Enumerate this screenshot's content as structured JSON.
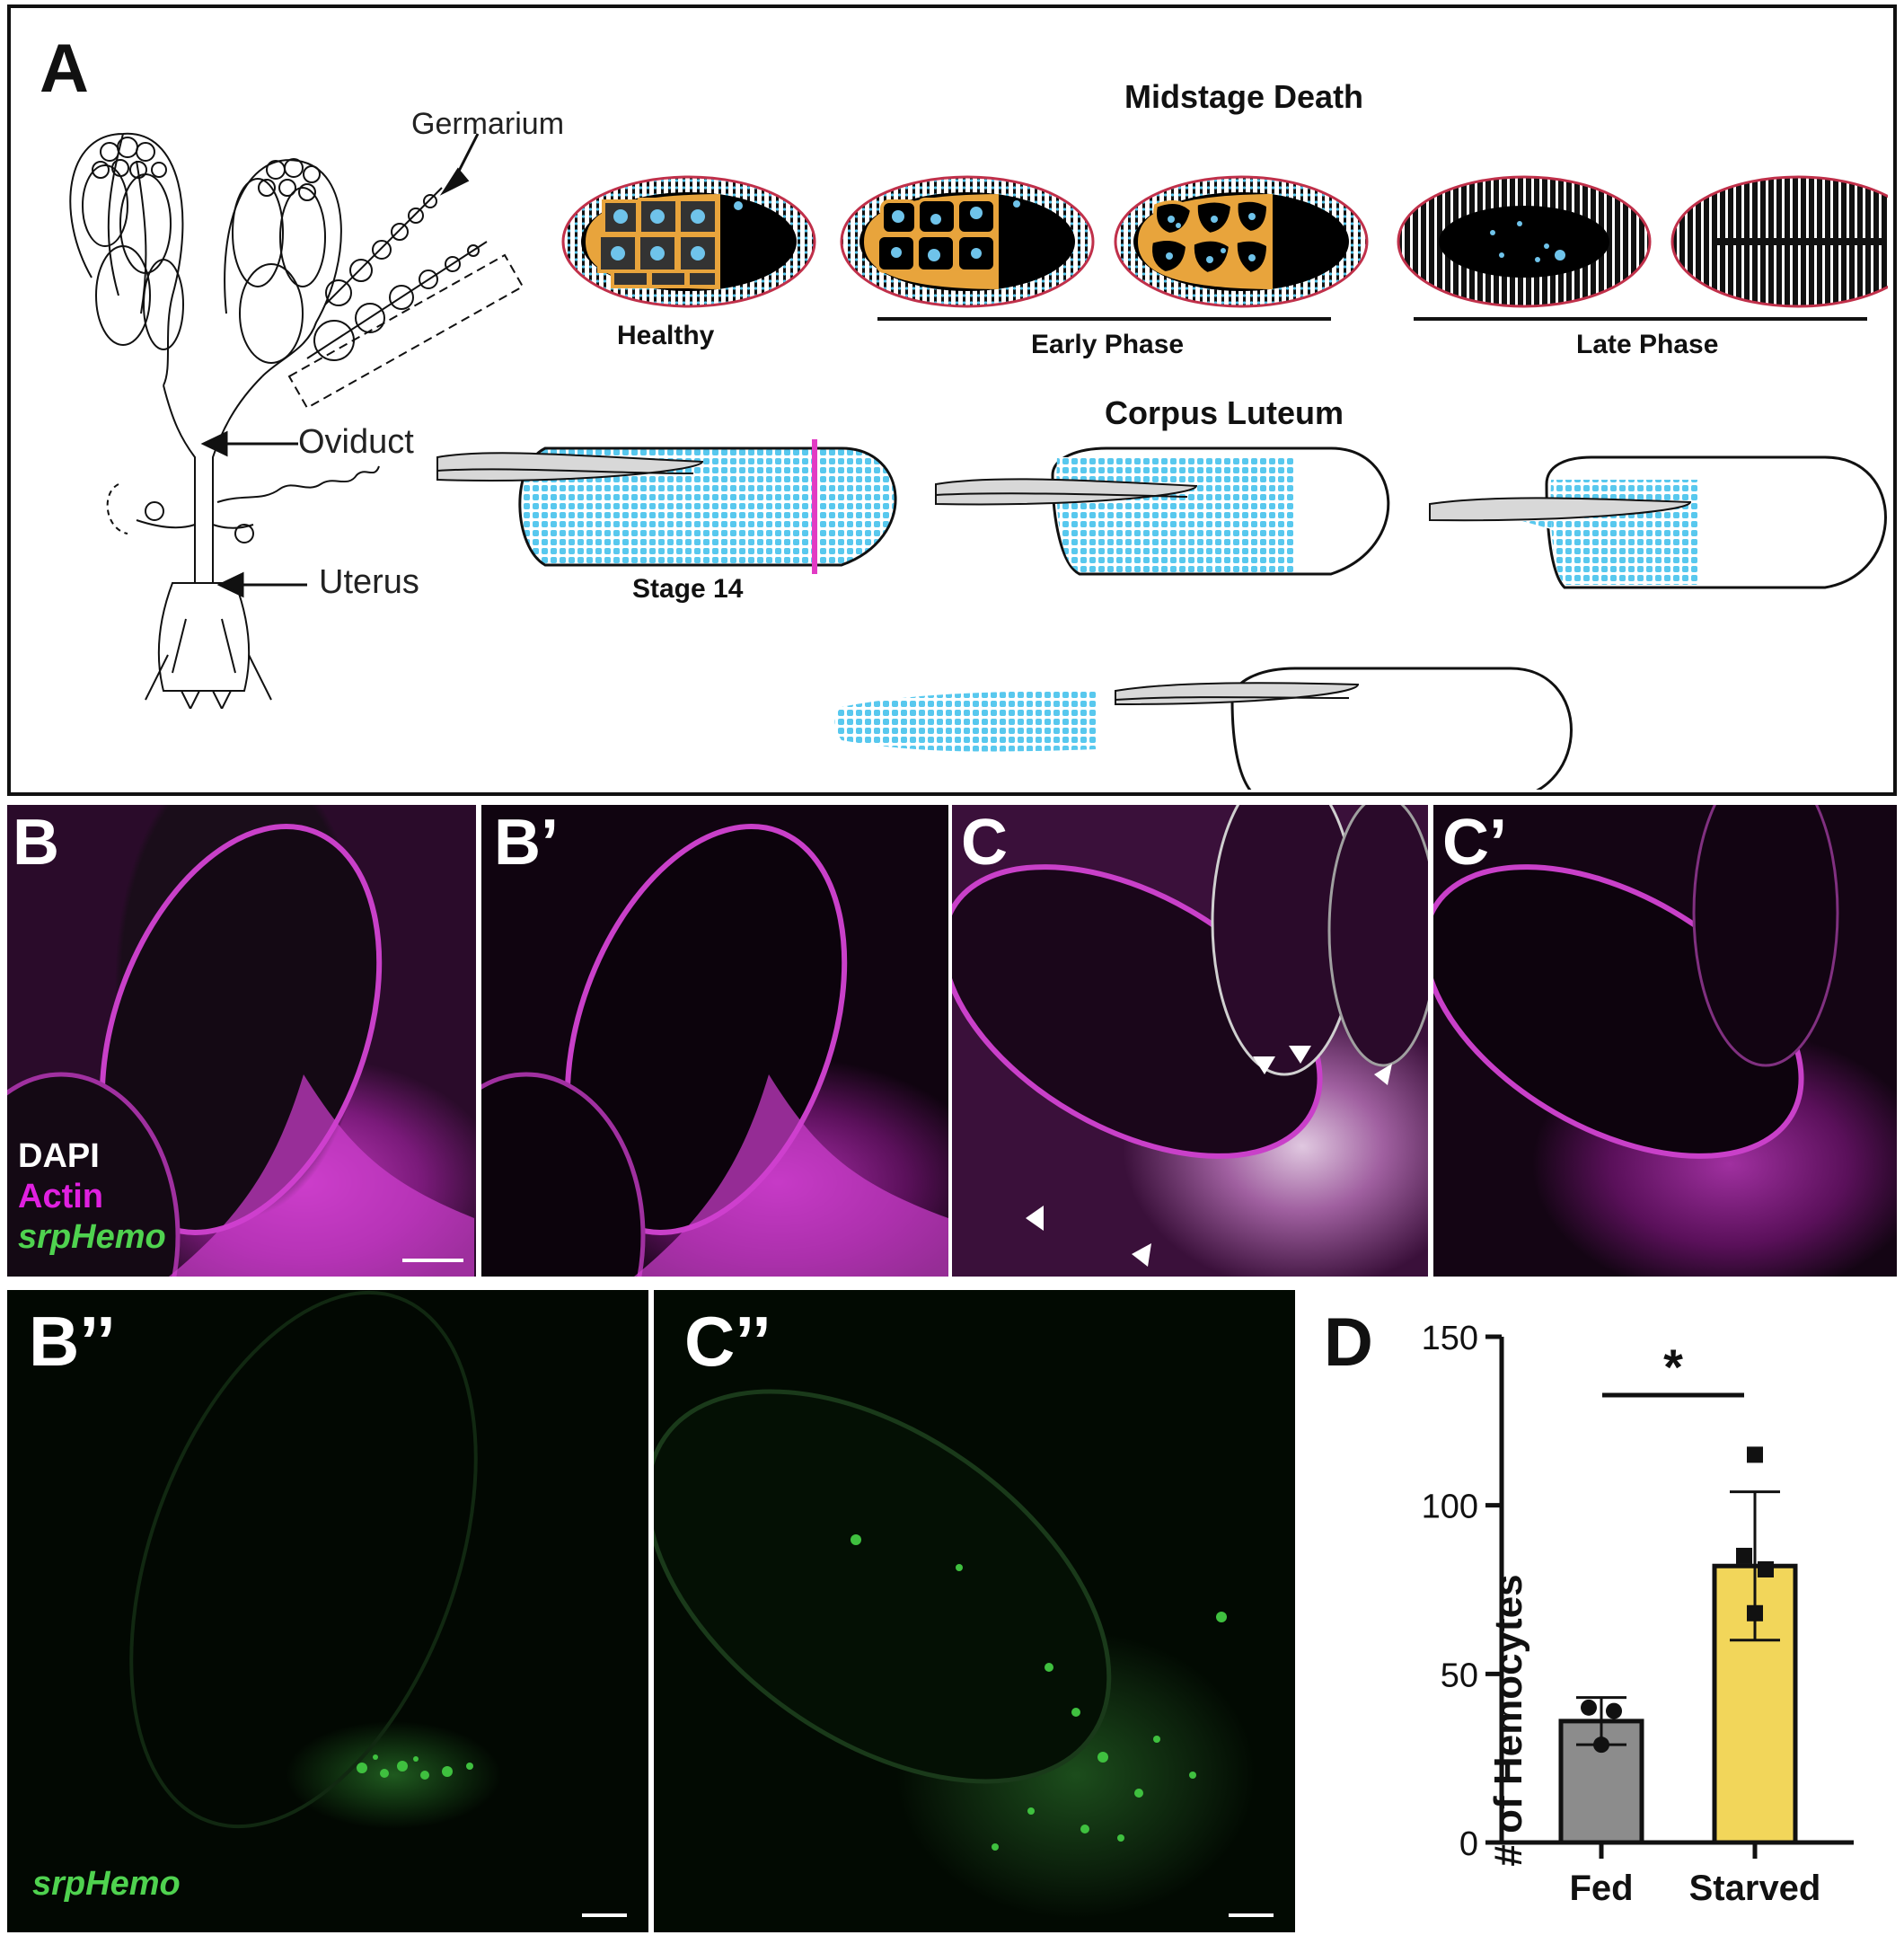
{
  "panelA": {
    "letter": "A",
    "anatomy_labels": {
      "germarium": "Germarium",
      "oviduct": "Oviduct",
      "uterus": "Uterus"
    },
    "midstage_title": "Midstage Death",
    "midstage_labels": {
      "healthy": "Healthy",
      "early": "Early Phase",
      "late": "Late Phase"
    },
    "corpus_title": "Corpus Luteum",
    "stage_label": "Stage 14"
  },
  "micrographs": {
    "B": {
      "letter": "B",
      "legend": {
        "dapi": "DAPI",
        "actin": "Actin",
        "srp": "srpHemo"
      }
    },
    "Bp": {
      "letter": "B’"
    },
    "C": {
      "letter": "C"
    },
    "Cp": {
      "letter": "C’"
    },
    "Bpp": {
      "letter": "B’’",
      "legend": "srpHemo"
    },
    "Cpp": {
      "letter": "C’’"
    }
  },
  "colors": {
    "actin": "#e020e0",
    "srp": "#4fd24f",
    "nucleus": "#58c8ee",
    "fed": "#8c8c8c",
    "starved": "#f2d65a"
  },
  "chart_data": {
    "type": "bar",
    "panel_letter": "D",
    "categories": [
      "Fed",
      "Starved"
    ],
    "values": [
      36,
      82
    ],
    "errors": [
      7,
      22
    ],
    "points": [
      [
        40,
        39,
        29
      ],
      [
        115,
        85,
        81,
        68
      ]
    ],
    "ylabel": "# of Hemocytes",
    "ylim": [
      0,
      150
    ],
    "yticks": [
      0,
      50,
      100,
      150
    ],
    "significance": "*"
  }
}
